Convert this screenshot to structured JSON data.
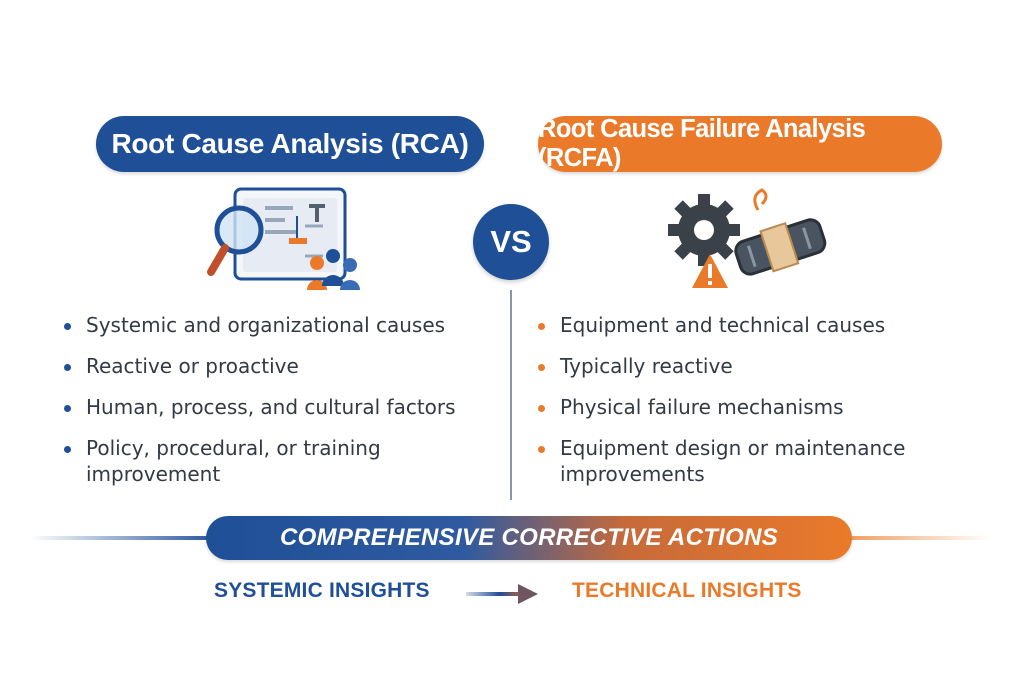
{
  "left": {
    "title": "Root Cause Analysis (RCA)",
    "icon": "magnifier-flowchart-team-icon",
    "bullets": [
      "Systemic and organizational causes",
      "Reactive or proactive",
      "Human, process, and cultural factors",
      "Policy, procedural, or training improvement"
    ]
  },
  "center": {
    "vs": "VS"
  },
  "right": {
    "title": "Root Cause Failure Analysis (RCFA)",
    "icon": "gear-broken-part-warning-icon",
    "bullets": [
      "Equipment and technical causes",
      "Typically reactive",
      "Physical failure mechanisms",
      "Equipment design or maintenance improvements"
    ]
  },
  "banner": {
    "text": "COMPREHENSIVE CORRECTIVE ACTIONS"
  },
  "insights": {
    "left": "SYSTEMIC INSIGHTS",
    "right": "TECHNICAL INSIGHTS"
  },
  "colors": {
    "blue": "#1f4f97",
    "orange": "#ea7a2a",
    "text": "#333a44"
  }
}
